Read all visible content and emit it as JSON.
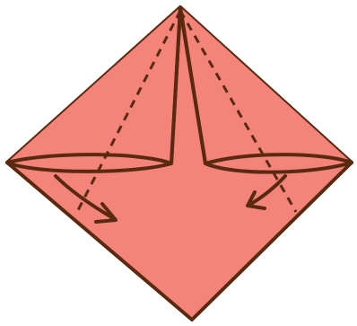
{
  "diagram": {
    "kind": "origami-fold-step",
    "colors": {
      "paper": "#f4847a",
      "outline": "#5a2a10",
      "background": "#ffffff"
    },
    "elements": [
      "paper-diamond",
      "left-flap-fold",
      "right-flap-fold",
      "left-dashed-crease",
      "right-dashed-crease",
      "left-fold-arrow",
      "right-fold-arrow"
    ]
  }
}
